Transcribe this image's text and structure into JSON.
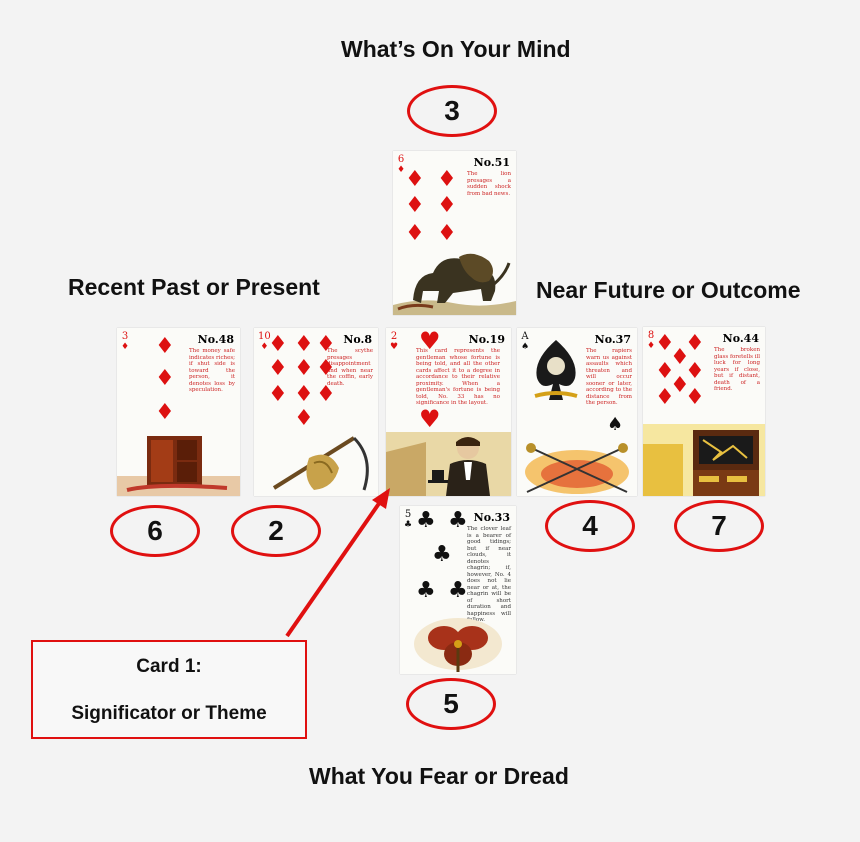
{
  "labels": {
    "top": "What’s On Your Mind",
    "left": "Recent Past or Present",
    "right": "Near Future or Outcome",
    "bottom": "What You Fear or Dread"
  },
  "positions": {
    "p1": "3",
    "p2": "6",
    "p3": "2",
    "p4": "4",
    "p5": "7",
    "p6": "5"
  },
  "callout": {
    "line1": "Card 1:",
    "line2": "Significator or Theme"
  },
  "cards": {
    "top": {
      "number": "No.51",
      "rank": "6",
      "suit": "♦",
      "scene": "lion",
      "verse": "The lion presages a sudden shock from bad news."
    },
    "c1": {
      "number": "No.48",
      "rank": "3",
      "suit": "♦",
      "scene": "chest",
      "verse": "The money safe indicates riches; if shut side is toward the person, it denotes loss by speculation."
    },
    "c2": {
      "number": "No.8",
      "rank": "10",
      "suit": "♦",
      "scene": "scythe",
      "verse": "The scythe presages disappointment and when near the coffin, early death."
    },
    "c3": {
      "number": "No.19",
      "rank": "2",
      "suit": "♥",
      "scene": "gentleman",
      "verse": "This card represents the gentleman whose fortune is being told, and all the other cards affect it to a degree in accordance to their relative proximity. When a gentleman's fortune is being told, No. 33 has no significance in the layout."
    },
    "c4": {
      "number": "No.37",
      "rank": "A",
      "suit": "♠",
      "scene": "rapiers",
      "verse": "The rapiers warn us against assaults which threaten and will occur sooner or later, according to the distance from the person."
    },
    "c5": {
      "number": "No.44",
      "rank": "8",
      "suit": "♦",
      "scene": "glass",
      "verse": "The broken glass foretells ill luck for long years if close, but if distant, death of a friend."
    },
    "bottom": {
      "number": "No.33",
      "rank": "5",
      "suit": "♣",
      "scene": "clover",
      "verse": "The clover leaf is a bearer of good tidings; but if near clouds, it denotes chagrin; if, however, No. 4 does not lie near or at, the chagrin will be of short duration and happiness will follow."
    }
  },
  "colors": {
    "accent": "#e01010",
    "suit_red": "#d11111"
  }
}
